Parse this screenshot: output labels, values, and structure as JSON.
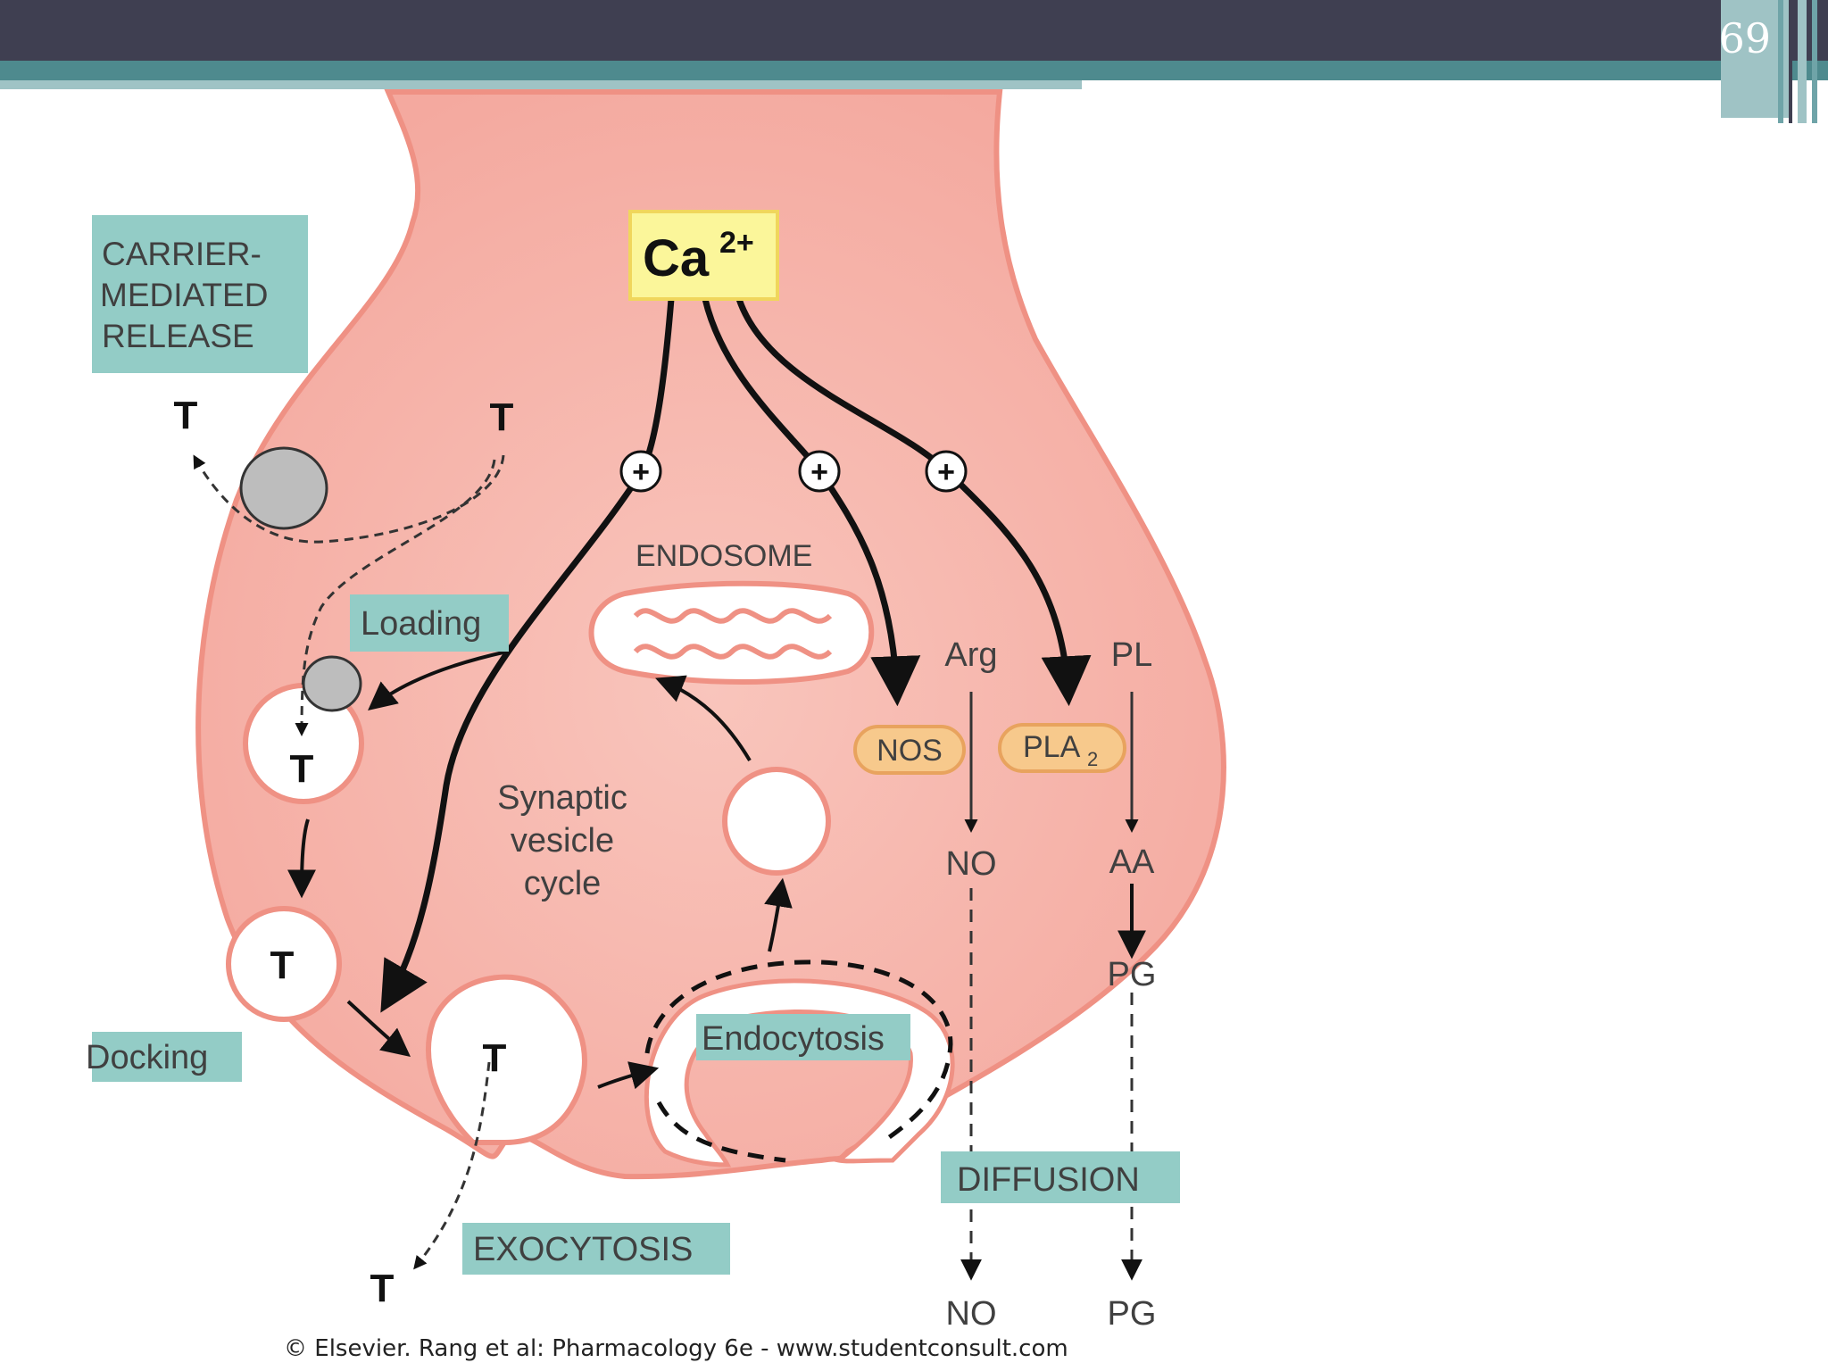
{
  "slide": {
    "number": "69"
  },
  "labels": {
    "ca": "Ca",
    "ca_sup": "2+",
    "carrier_line1": "CARRIER-",
    "carrier_line2": "MEDIATED",
    "carrier_line3": "RELEASE",
    "loading": "Loading",
    "docking": "Docking",
    "exocytosis": "EXOCYTOSIS",
    "endocytosis": "Endocytosis",
    "endosome": "ENDOSOME",
    "svc_line1": "Synaptic",
    "svc_line2": "vesicle",
    "svc_line3": "cycle",
    "diffusion": "DIFFUSION",
    "arg": "Arg",
    "pl": "PL",
    "nos": "NOS",
    "pla": "PLA",
    "pla_sub": "2",
    "no_inside": "NO",
    "aa": "AA",
    "pg_inside": "PG",
    "no_out": "NO",
    "pg_out": "PG",
    "t": "T",
    "plus": "+"
  },
  "copyright": "© Elsevier. Rang et al: Pharmacology 6e - www.studentconsult.com",
  "colors": {
    "cell_fill": "#f6b8b0",
    "cell_edge": "#ef9184",
    "label_box": "#93ccc6",
    "ca_box": "#fbf69a",
    "enzyme": "#f7c98c"
  }
}
